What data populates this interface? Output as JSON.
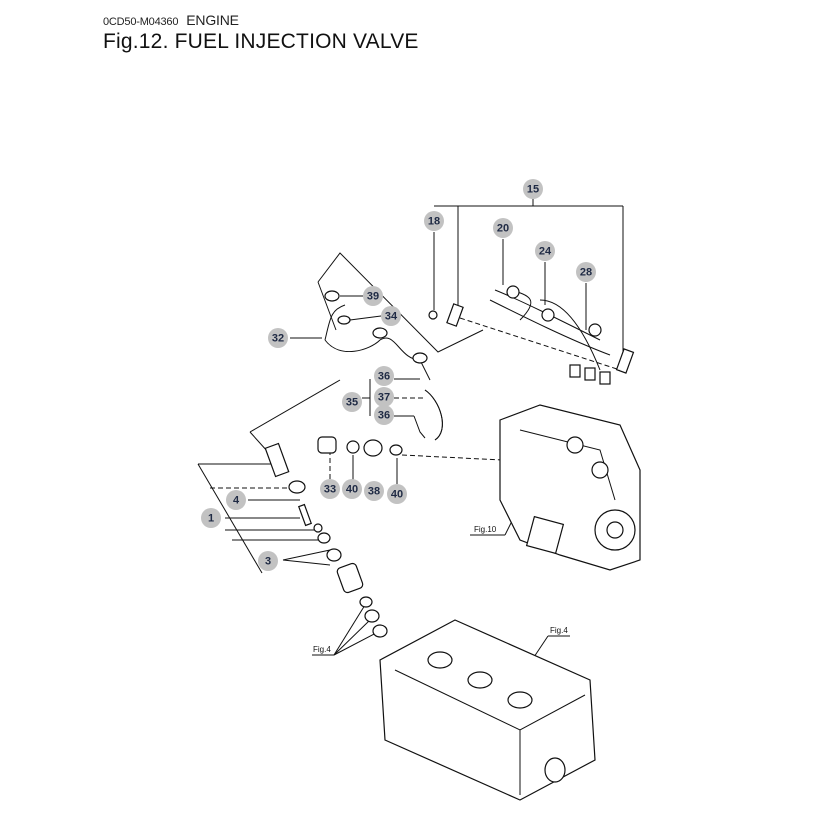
{
  "header": {
    "code": "0CD50-M04360",
    "section": "ENGINE",
    "title": "Fig.12.  FUEL INJECTION VALVE"
  },
  "callouts": [
    {
      "id": "c15",
      "label": "15"
    },
    {
      "id": "c18",
      "label": "18"
    },
    {
      "id": "c20",
      "label": "20"
    },
    {
      "id": "c24",
      "label": "24"
    },
    {
      "id": "c28",
      "label": "28"
    },
    {
      "id": "c39",
      "label": "39"
    },
    {
      "id": "c34",
      "label": "34"
    },
    {
      "id": "c32",
      "label": "32"
    },
    {
      "id": "c36a",
      "label": "36"
    },
    {
      "id": "c37",
      "label": "37"
    },
    {
      "id": "c35",
      "label": "35"
    },
    {
      "id": "c36b",
      "label": "36"
    },
    {
      "id": "c4",
      "label": "4"
    },
    {
      "id": "c1",
      "label": "1"
    },
    {
      "id": "c3",
      "label": "3"
    },
    {
      "id": "c33",
      "label": "33"
    },
    {
      "id": "c40a",
      "label": "40"
    },
    {
      "id": "c38",
      "label": "38"
    },
    {
      "id": "c40b",
      "label": "40"
    }
  ],
  "figure_refs": {
    "pump": "Fig.10",
    "head": "Fig.4",
    "seals": "Fig.4"
  },
  "colors": {
    "callout_fill": "#c2c2c2",
    "callout_text": "#1f2a44",
    "line": "#111111"
  }
}
